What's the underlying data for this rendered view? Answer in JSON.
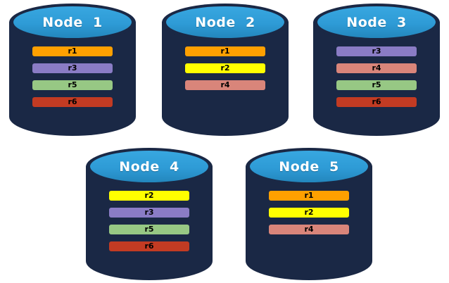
{
  "nodes": [
    {
      "label": "Node  1",
      "replicas": [
        "r1",
        "r3",
        "r5",
        "r6"
      ]
    },
    {
      "label": "Node  2",
      "replicas": [
        "r1",
        "r2",
        "r4"
      ]
    },
    {
      "label": "Node  3",
      "replicas": [
        "r3",
        "r4",
        "r5",
        "r6"
      ]
    },
    {
      "label": "Node  4",
      "replicas": [
        "r2",
        "r3",
        "r5",
        "r6"
      ]
    },
    {
      "label": "Node  5",
      "replicas": [
        "r1",
        "r2",
        "r4"
      ]
    }
  ],
  "replica_colors": {
    "r1": "#FFA000",
    "r2": "#FFFF00",
    "r3": "#8A7CC5",
    "r4": "#D9857A",
    "r5": "#97C884",
    "r6": "#C23B23"
  },
  "colors": {
    "cylinder_body": "#1A2845",
    "cap_fill": "#2E9BD6",
    "background": "#FFFFFF"
  }
}
